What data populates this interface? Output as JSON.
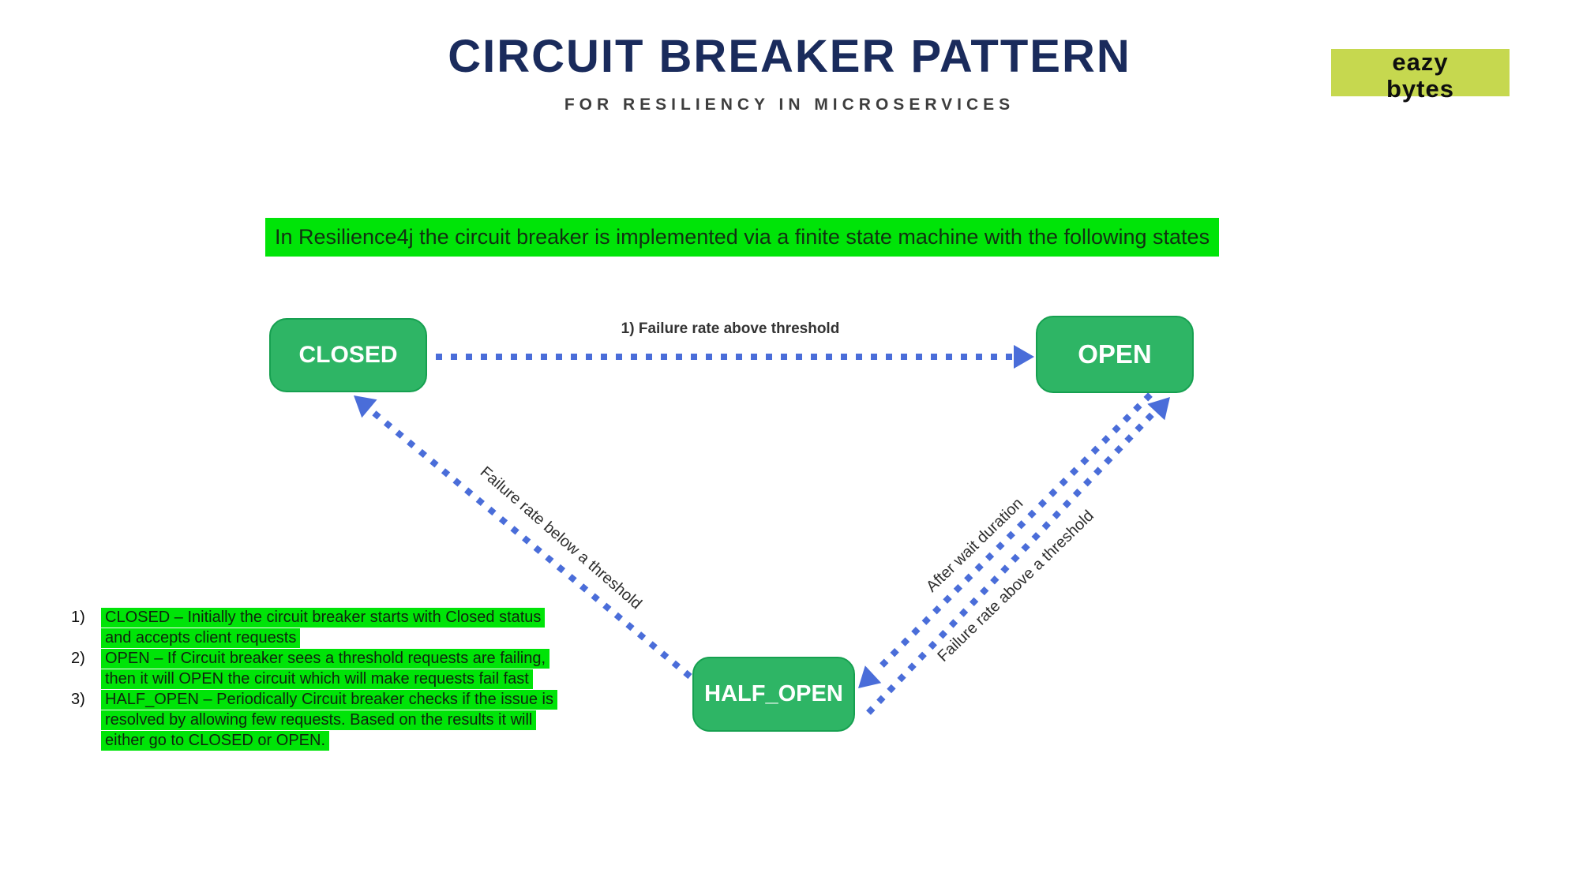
{
  "header": {
    "title": "CIRCUIT BREAKER PATTERN",
    "subtitle": "FOR RESILIENCY IN MICROSERVICES"
  },
  "logo": {
    "line1": "eazy",
    "line2": "bytes"
  },
  "intro": {
    "text": "In Resilience4j the circuit breaker is implemented via a finite state machine with the following states"
  },
  "diagram": {
    "states": [
      {
        "id": "closed",
        "label": "CLOSED"
      },
      {
        "id": "open",
        "label": "OPEN"
      },
      {
        "id": "half_open",
        "label": "HALF_OPEN"
      }
    ],
    "transitions": [
      {
        "from": "CLOSED",
        "to": "OPEN",
        "label": "1) Failure rate above threshold"
      },
      {
        "from": "HALF_OPEN",
        "to": "CLOSED",
        "label": "Failure rate below a threshold"
      },
      {
        "from": "OPEN",
        "to": "HALF_OPEN",
        "label": "After wait duration"
      },
      {
        "from": "HALF_OPEN",
        "to": "OPEN",
        "label": "Failure rate above a threshold"
      }
    ]
  },
  "notes": {
    "items": [
      {
        "number": "1)",
        "lines": [
          "CLOSED – Initially the circuit breaker starts with Closed status",
          "and accepts client requests"
        ]
      },
      {
        "number": "2)",
        "lines": [
          "OPEN – If Circuit breaker sees a threshold requests are failing,",
          "then it will OPEN the circuit which will make requests fail fast"
        ]
      },
      {
        "number": "3)",
        "lines": [
          "HALF_OPEN – Periodically Circuit breaker checks if the issue is",
          "resolved by allowing few requests. Based on the results it will",
          "either go to CLOSED or OPEN."
        ]
      }
    ]
  },
  "colors": {
    "title_navy": "#1a2b5c",
    "highlight_green": "#00e408",
    "state_fill": "#2eb565",
    "state_border": "#16a050",
    "arrow_blue": "#4a6dd9",
    "logo_background": "#c6d84f"
  }
}
